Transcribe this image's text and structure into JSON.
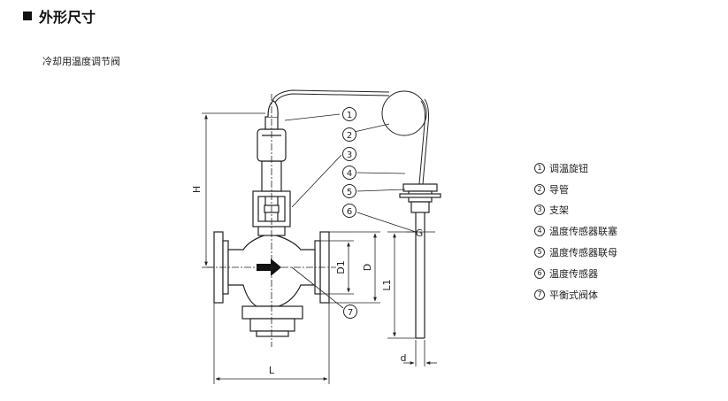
{
  "section_title": "外形尺寸",
  "subtitle": "冷却用温度调节阀",
  "callouts": [
    "1",
    "2",
    "3",
    "4",
    "5",
    "6",
    "7"
  ],
  "dimensions": {
    "H": "H",
    "L": "L",
    "D1": "D1",
    "D": "D",
    "L1": "L1",
    "G": "G",
    "d": "d"
  },
  "legend": [
    {
      "num": "1",
      "label": "调温旋钮"
    },
    {
      "num": "2",
      "label": "导管"
    },
    {
      "num": "3",
      "label": "支架"
    },
    {
      "num": "4",
      "label": "温度传感器联塞"
    },
    {
      "num": "5",
      "label": "温度传感器联母"
    },
    {
      "num": "6",
      "label": "温度传感器"
    },
    {
      "num": "7",
      "label": "平衡式阀体"
    }
  ]
}
